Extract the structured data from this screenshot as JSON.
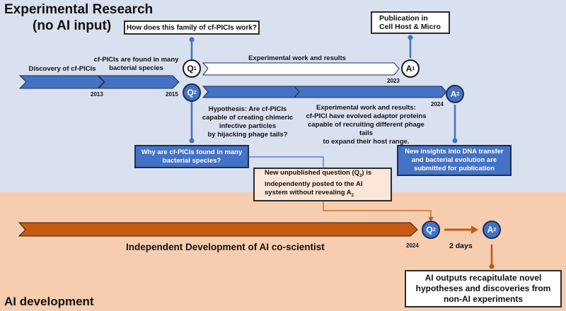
{
  "sections": {
    "experimental_title_line1": "Experimental Research",
    "experimental_title_line2": "(no AI input)",
    "ai_title": "AI development"
  },
  "colors": {
    "experimental_bg": "#d9e0f0",
    "ai_bg": "#f7cdb0",
    "blue_accent": "#4472c4",
    "orange_accent": "#c55a11"
  },
  "experimental_timeline": {
    "stages": [
      {
        "label": "Discovery of cf-PICIs",
        "end_year": "2013"
      },
      {
        "label": "cf-PICIs are found in many bacterial species",
        "end_year": "2015"
      }
    ],
    "track_1": {
      "start_node": {
        "letter": "Q",
        "sub": "1"
      },
      "label": "Experimental work and results",
      "end_year": "2023",
      "end_node": {
        "letter": "A",
        "sub": "1"
      },
      "question_box": "How does this family of cf-PICIs work?",
      "answer_box_line1": "Publication in",
      "answer_box_line2": "Cell Host & Micro"
    },
    "track_2": {
      "start_node": {
        "letter": "Q",
        "sub": "2"
      },
      "hypothesis_label": [
        "Hypothesis: Are cf-PICIs",
        "capable of creating chimeric",
        "infective particles",
        "by hijacking phage tails?"
      ],
      "results_label": [
        "Experimental work and results:",
        "cf-PICI have evolved adaptor proteins",
        "capable of recruiting different phage tails",
        "to expand their host range."
      ],
      "end_year": "2024",
      "end_node": {
        "letter": "A",
        "sub": "2"
      },
      "question_box": [
        "Why are cf-PICIs found in many",
        "bacterial species?"
      ],
      "answer_box": [
        "New insights into DNA transfer",
        "and bacterial evolution are",
        "submitted for publication"
      ]
    }
  },
  "handoff_box": {
    "line1_prefix": "New unpublished question (Q",
    "line1_sub": "2",
    "line1_suffix": ") is",
    "line2": "independently posted to the AI",
    "line3_prefix": "system without revealing A",
    "line3_sub": "2"
  },
  "ai_timeline": {
    "label": "Independent Development of AI co-scientist",
    "end_year": "2024",
    "q_node": {
      "letter": "Q",
      "sub": "2"
    },
    "a_node": {
      "letter": "A",
      "sub": "2"
    },
    "duration": "2 days",
    "result_box": [
      "AI outputs recapitulate novel",
      "hypotheses and discoveries from",
      "non-AI experiments"
    ]
  }
}
